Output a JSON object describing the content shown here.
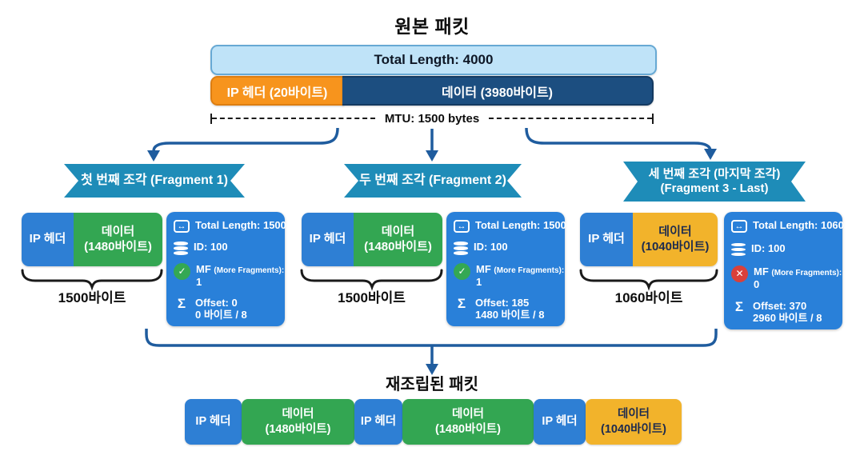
{
  "diagram_title": "원본 패킷",
  "original_packet": {
    "total_length": "Total Length: 4000",
    "ip_header": "IP 헤더 (20바이트)",
    "data": "데이터 (3980바이트)"
  },
  "mtu": "MTU: 1500 bytes",
  "icons": {
    "total_length": "↔",
    "mf_true": "✓",
    "mf_false": "✕",
    "offset": "Σ"
  },
  "colors": {
    "light_blue": "#BFE3F8",
    "orange": "#F7941D",
    "navy": "#1C4E80",
    "banner_teal": "#1E8CB8",
    "header_blue": "#2E7FD4",
    "data_green": "#33A652",
    "data_yellow": "#F2B32B",
    "info_blue": "#2980D9",
    "check_green": "#34A853",
    "cross_red": "#D9403A",
    "arrow_navy": "#1F5C9E"
  },
  "fragments": [
    {
      "banner_line1": "첫 번째 조각 (Fragment 1)",
      "banner_line2": "",
      "ip_header": "IP 헤더",
      "data_line1": "데이터",
      "data_line2": "(1480바이트)",
      "size": "1500바이트",
      "total_length": "Total Length: 1500",
      "id": "ID: 100",
      "mf": "MF",
      "mf_sub": "(More Fragments):",
      "mf_value": "1",
      "offset_line1": "Offset: 0",
      "offset_line2": "0 바이트 / 8"
    },
    {
      "banner_line1": "두 번째 조각 (Fragment 2)",
      "banner_line2": "",
      "ip_header": "IP 헤더",
      "data_line1": "데이터",
      "data_line2": "(1480바이트)",
      "size": "1500바이트",
      "total_length": "Total Length: 1500",
      "id": "ID: 100",
      "mf": "MF",
      "mf_sub": "(More Fragments):",
      "mf_value": "1",
      "offset_line1": "Offset: 185",
      "offset_line2": "1480 바이트 / 8"
    },
    {
      "banner_line1": "세 번째 조각 (마지막 조각)",
      "banner_line2": "(Fragment 3 - Last)",
      "ip_header": "IP 헤더",
      "data_line1": "데이터",
      "data_line2": "(1040바이트)",
      "size": "1060바이트",
      "total_length": "Total Length: 1060",
      "id": "ID: 100",
      "mf": "MF",
      "mf_sub": "(More Fragments):",
      "mf_value": "0",
      "offset_line1": "Offset: 370",
      "offset_line2": "2960 바이트 / 8"
    }
  ],
  "reassembled": {
    "title": "재조립된 패킷",
    "segments": [
      {
        "line1": "IP 헤더",
        "line2": ""
      },
      {
        "line1": "데이터",
        "line2": "(1480바이트)"
      },
      {
        "line1": "IP 헤더",
        "line2": ""
      },
      {
        "line1": "데이터",
        "line2": "(1480바이트)"
      },
      {
        "line1": "IP 헤더",
        "line2": ""
      },
      {
        "line1": "데이터",
        "line2": "(1040바이트)"
      }
    ]
  }
}
